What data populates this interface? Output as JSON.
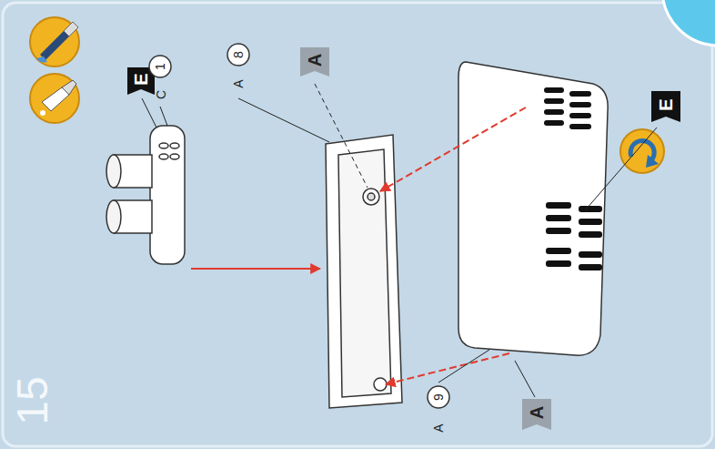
{
  "diagram": {
    "labels": [
      "15",
      "E",
      "C",
      "1",
      "A",
      "8",
      "A",
      "E",
      "A",
      "9",
      "A"
    ]
  }
}
